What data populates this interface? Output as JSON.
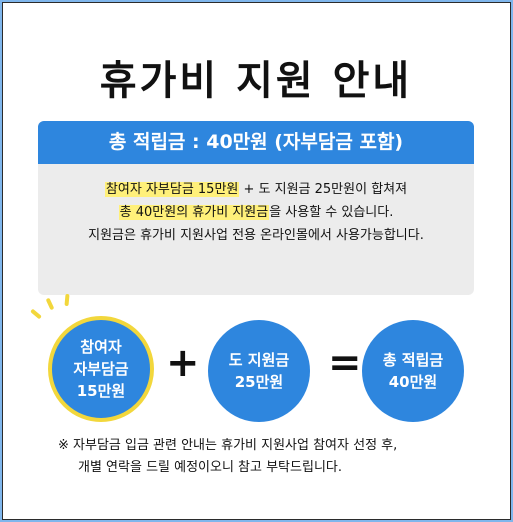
{
  "title": "휴가비 지원 안내",
  "info": {
    "header": "총 적립금 : 40만원 (자부담금 포함)",
    "line1_highlight": "참여자 자부담금 15만원",
    "line1_rest": " + 도 지원금 25만원이 합쳐져",
    "line2_highlight": "총 40만원의 휴가비 지원금",
    "line2_rest": "을 사용할 수 있습니다.",
    "line3": "지원금은 휴가비 지원사업 전용 온라인몰에서 사용가능합니다."
  },
  "equation": {
    "circle1": [
      "참여자",
      "자부담금",
      "15만원"
    ],
    "plus": "+",
    "circle2": [
      "도 지원금",
      "25만원"
    ],
    "equals": "=",
    "circle3": [
      "총 적립금",
      "40만원"
    ]
  },
  "note": {
    "line1": "※ 자부담금 입금 관련 안내는 휴가비 지원사업 참여자 선정 후,",
    "line2": "개별 연락을 드릴 예정이오니 참고 부탁드립니다."
  },
  "colors": {
    "background": "#7fb6ec",
    "accent_blue": "#2e86de",
    "highlight_yellow": "#fff07a",
    "ring_yellow": "#f2d73c",
    "info_bg": "#ececec"
  }
}
